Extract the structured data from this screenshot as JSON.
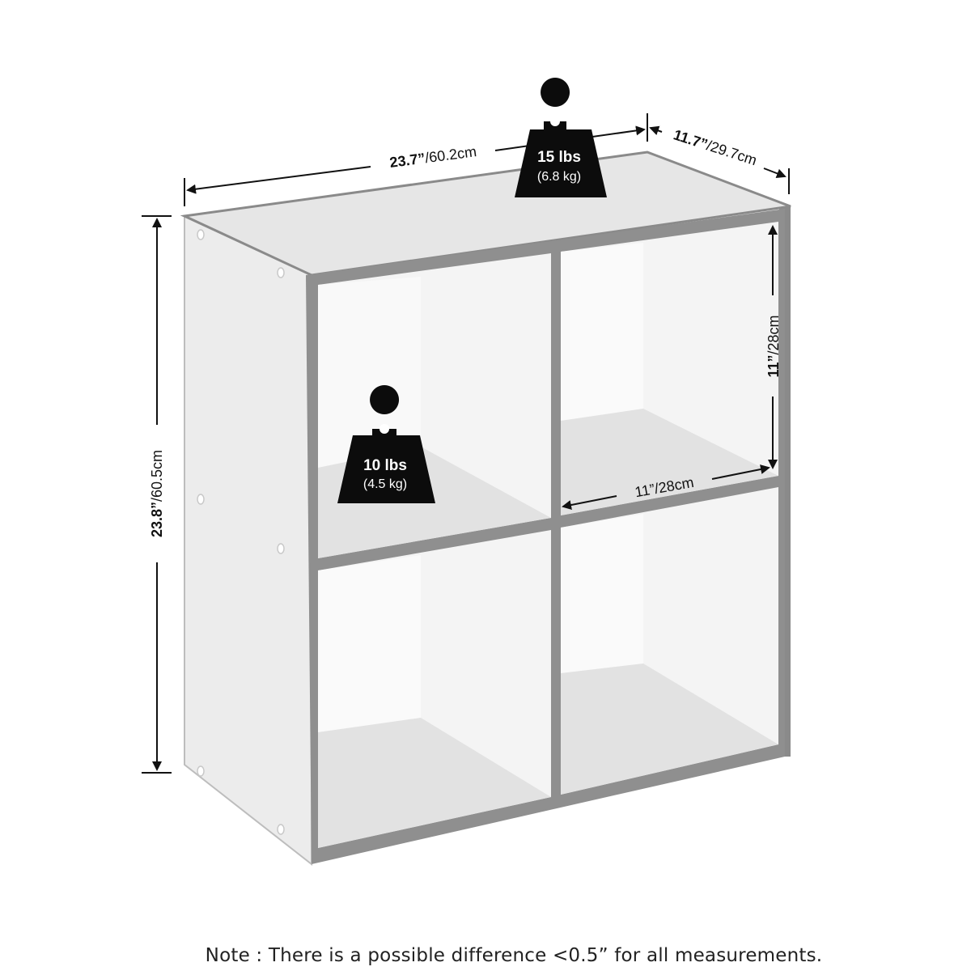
{
  "dimensions": {
    "width": {
      "in": "23.7”",
      "cm": "/60.2cm"
    },
    "depth": {
      "in": "11.7”",
      "cm": "/29.7cm"
    },
    "height": {
      "in": "23.8”",
      "cm": "/60.5cm"
    },
    "cube_height": {
      "in": "11”",
      "cm": "/28cm"
    },
    "cube_width": {
      "in": "11”",
      "cm": "/28cm"
    }
  },
  "weights": {
    "top": {
      "lbs": "15 lbs",
      "kg": "(6.8 kg)"
    },
    "cube": {
      "lbs": "10 lbs",
      "kg": "(4.5 kg)"
    }
  },
  "note": "Note : There is a possible difference <0.5” for all measurements.",
  "colors": {
    "edge": "#8a8a8a",
    "panel": "#ececec",
    "shade": "#dcdcdc",
    "ink": "#111111",
    "weight": "#0c0c0c"
  }
}
